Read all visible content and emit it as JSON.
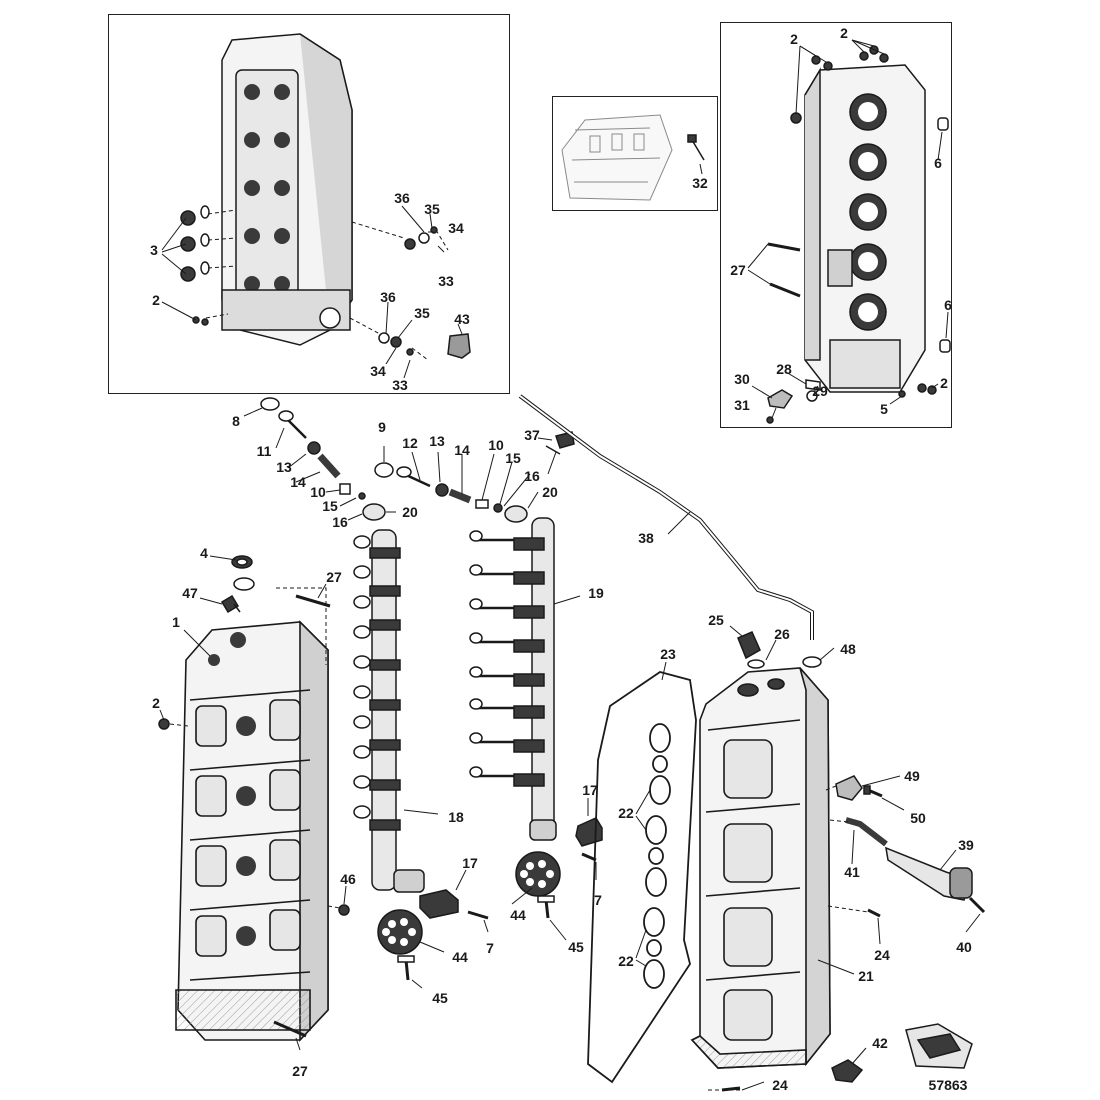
{
  "diagram": {
    "figure_number": "57863",
    "callouts": {
      "c1": "1",
      "c2": "2",
      "c3": "3",
      "c4": "4",
      "c5": "5",
      "c6": "6",
      "c7": "7",
      "c8": "8",
      "c9": "9",
      "c10": "10",
      "c11": "11",
      "c12": "12",
      "c13": "13",
      "c14": "14",
      "c15": "15",
      "c16": "16",
      "c17": "17",
      "c18": "18",
      "c19": "19",
      "c20": "20",
      "c21": "21",
      "c22": "22",
      "c23": "23",
      "c24": "24",
      "c25": "25",
      "c26": "26",
      "c27": "27",
      "c28": "28",
      "c29": "29",
      "c30": "30",
      "c31": "31",
      "c32": "32",
      "c33": "33",
      "c34": "34",
      "c35": "35",
      "c36": "36",
      "c37": "37",
      "c38": "38",
      "c39": "39",
      "c40": "40",
      "c41": "41",
      "c42": "42",
      "c43": "43",
      "c44": "44",
      "c45": "45",
      "c46": "46",
      "c47": "47",
      "c48": "48",
      "c49": "49",
      "c50": "50"
    }
  },
  "colors": {
    "line": "#1a1a1a",
    "fill": "#f4f4f4",
    "shade": "#bdbdbd",
    "dark": "#3a3a3a"
  }
}
